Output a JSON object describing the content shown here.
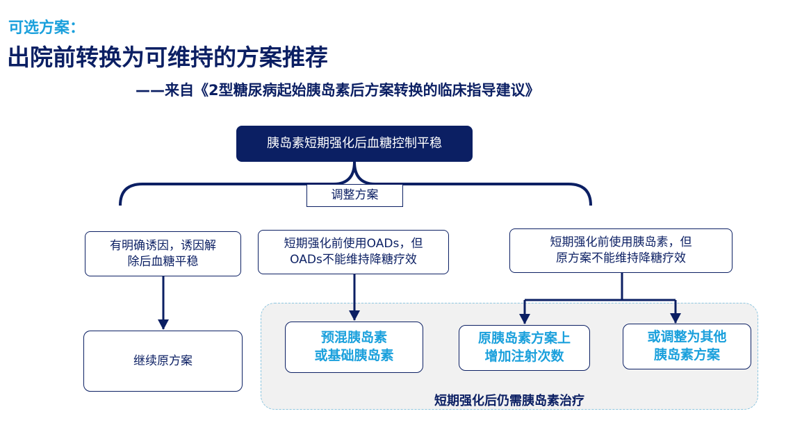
{
  "header": {
    "kicker": "可选方案：",
    "title": "出院前转换为可维持的方案推荐",
    "subtitle": "——来自《2型糖尿病起始胰岛素后方案转换的临床指导建议》"
  },
  "diagram": {
    "root": "胰岛素短期强化后血糖控制平稳",
    "adjust": "调整方案",
    "conditions": [
      "有明确诱因，诱因解\n除后血糖平稳",
      "短期强化前使用OADs，但\nOADs不能维持降糖疗效",
      "短期强化前使用胰岛素，但\n原方案不能维持降糖疗效"
    ],
    "continue": "继续原方案",
    "insulin_options": [
      "预混胰岛素\n或基础胰岛素",
      "原胰岛素方案上\n增加注射次数",
      "或调整为其他\n胰岛素方案"
    ],
    "group_label": "短期强化后仍需胰岛素治疗"
  },
  "colors": {
    "navy": "#0b1f63",
    "cyan": "#1aa0dc"
  }
}
